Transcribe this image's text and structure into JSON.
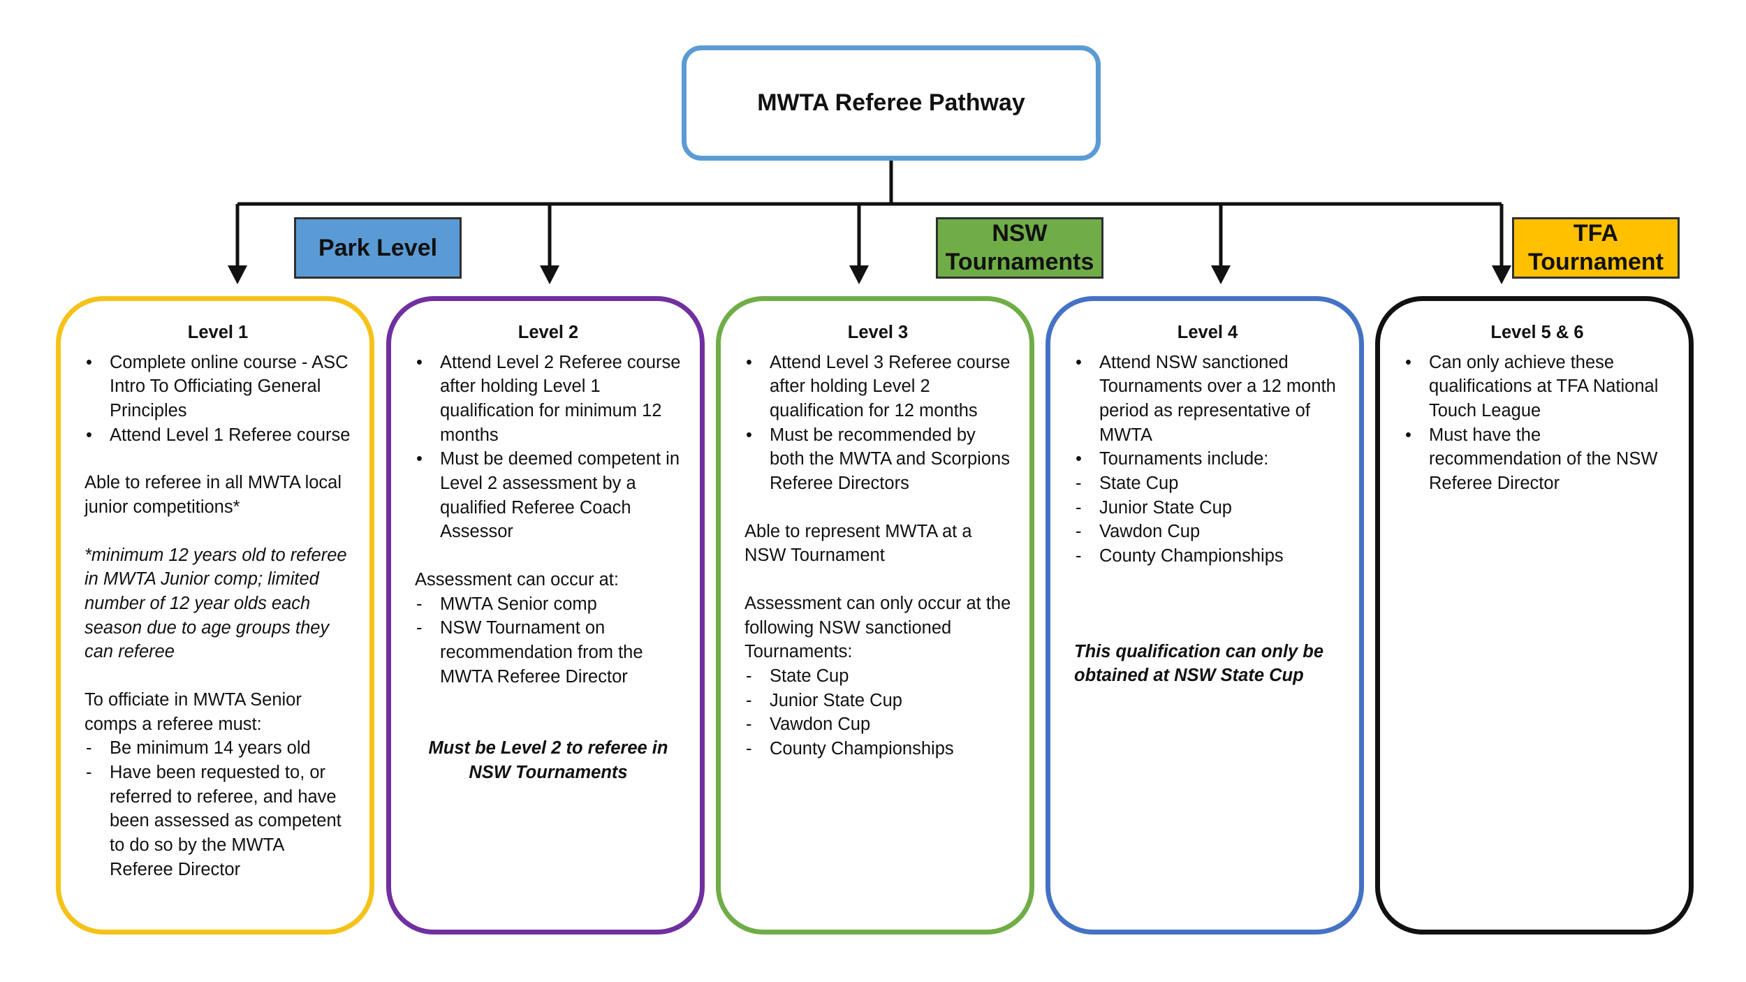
{
  "title": "MWTA Referee Pathway",
  "colors": {
    "title_border": "#5b9bd5",
    "park_level": "#5b9bd5",
    "nsw_tournaments": "#70ad47",
    "tfa_tournament": "#ffc000",
    "level1_border": "#f5c218",
    "level2_border": "#7030a0",
    "level3_border": "#70ad47",
    "level4_border": "#4472c4",
    "level56_border": "#111111"
  },
  "tags": {
    "park_level": "Park Level",
    "nsw_tournaments": "NSW\nTournaments",
    "tfa_tournament": "TFA\nTournament"
  },
  "levels": [
    {
      "title": "Level 1",
      "bullets": [
        "Complete online course - ASC Intro To Officiating General Principles",
        "Attend Level 1 Referee course"
      ],
      "paragraph": "Able to referee in all MWTA local junior competitions*",
      "note": "*minimum 12 years old to referee in MWTA Junior comp; limited number of 12 year olds each season due to age groups they can referee",
      "senior_intro": "To officiate in MWTA Senior comps a referee must:",
      "senior_items": [
        "Be minimum 14 years old",
        "Have been requested to, or referred to referee, and have been assessed as competent to do so by the MWTA Referee Director"
      ]
    },
    {
      "title": "Level 2",
      "bullets": [
        "Attend Level 2 Referee course after holding  Level 1 qualification for minimum 12 months",
        "Must be deemed competent in Level 2 assessment by a qualified Referee Coach Assessor"
      ],
      "assessment_intro": "Assessment can occur at:",
      "assessment_items": [
        "MWTA Senior comp",
        "NSW Tournament on recommendation from the MWTA Referee Director"
      ],
      "note": "Must be Level 2 to referee in NSW Tournaments"
    },
    {
      "title": "Level 3",
      "bullets": [
        "Attend Level 3 Referee course after holding Level 2 qualification for 12 months",
        "Must be recommended by both the MWTA and Scorpions Referee Directors"
      ],
      "paragraph": "Able to represent MWTA at a NSW Tournament",
      "assessment_intro": "Assessment can only occur at the following NSW sanctioned Tournaments:",
      "assessment_items": [
        "State Cup",
        "Junior State Cup",
        "Vawdon Cup",
        "County Championships"
      ]
    },
    {
      "title": "Level 4",
      "bullets": [
        "Attend NSW sanctioned Tournaments over a 12 month period  as representative of MWTA",
        "Tournaments include:"
      ],
      "tournament_items": [
        "State Cup",
        "Junior State Cup",
        "Vawdon Cup",
        "County Championships"
      ],
      "note": "This qualification can only be obtained at NSW State Cup"
    },
    {
      "title": "Level 5 & 6",
      "bullets": [
        "Can only achieve these qualifications at TFA National Touch League",
        "Must have the recommendation of the NSW Referee Director"
      ]
    }
  ]
}
